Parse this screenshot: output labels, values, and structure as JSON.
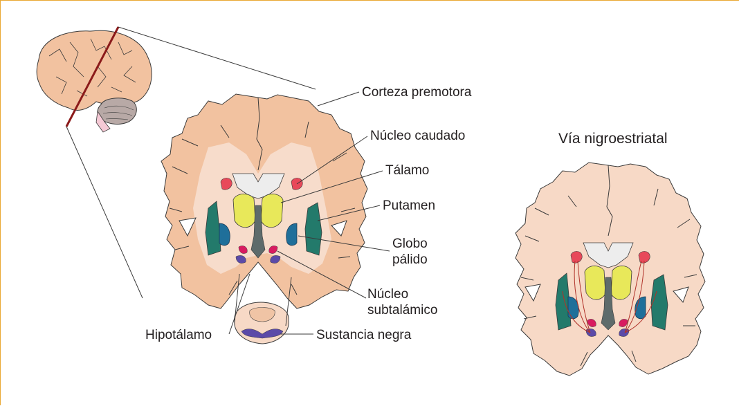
{
  "labels": {
    "corteza_premotora": "Corteza premotora",
    "nucleo_caudado": "Núcleo caudado",
    "talamo": "Tálamo",
    "putamen": "Putamen",
    "globo_line1": "Globo",
    "globo_line2": "pálido",
    "nucleo_sub_line1": "Núcleo",
    "nucleo_sub_line2": "subtalámico",
    "hipotalamo": "Hipotálamo",
    "sustancia_negra": "Sustancia negra"
  },
  "right_panel": {
    "title": "Vía nigroestriatal"
  },
  "colors": {
    "frame": "#e9a833",
    "cortex": "#f2c2a0",
    "white_matter": "#f7dccb",
    "thalamus": "#e8e85a",
    "putamen": "#237a6b",
    "globus_pallidus": "#1f6f9a",
    "caudate": "#e8495a",
    "subthalamic": "#d81b60",
    "substantia_nigra": "#5b4aa8",
    "ventricle": "#5e6b6b",
    "cerebellum": "#b8a9a6",
    "section_line": "#8b1a1a"
  }
}
